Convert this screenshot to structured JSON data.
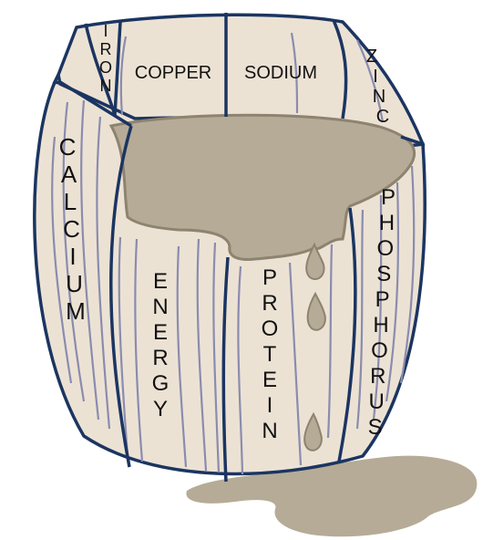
{
  "barrel": {
    "staves": [
      {
        "id": "iron",
        "label": "IRON"
      },
      {
        "id": "copper",
        "label": "COPPER"
      },
      {
        "id": "sodium",
        "label": "SODIUM"
      },
      {
        "id": "zinc",
        "label": "ZINC"
      },
      {
        "id": "calcium",
        "label": "CALCIUM"
      },
      {
        "id": "energy",
        "label": "ENERGY"
      },
      {
        "id": "protein",
        "label": "PROTEIN"
      },
      {
        "id": "phosphorus",
        "label": "PHOSPHORUS"
      }
    ]
  },
  "colors": {
    "wood": "#ece2d4",
    "wood_shade": "#ddd0bd",
    "outline": "#1b3561",
    "grain": "#8a8cae",
    "liquid": "#b6ab97",
    "liquid_edge": "#8d836f"
  }
}
